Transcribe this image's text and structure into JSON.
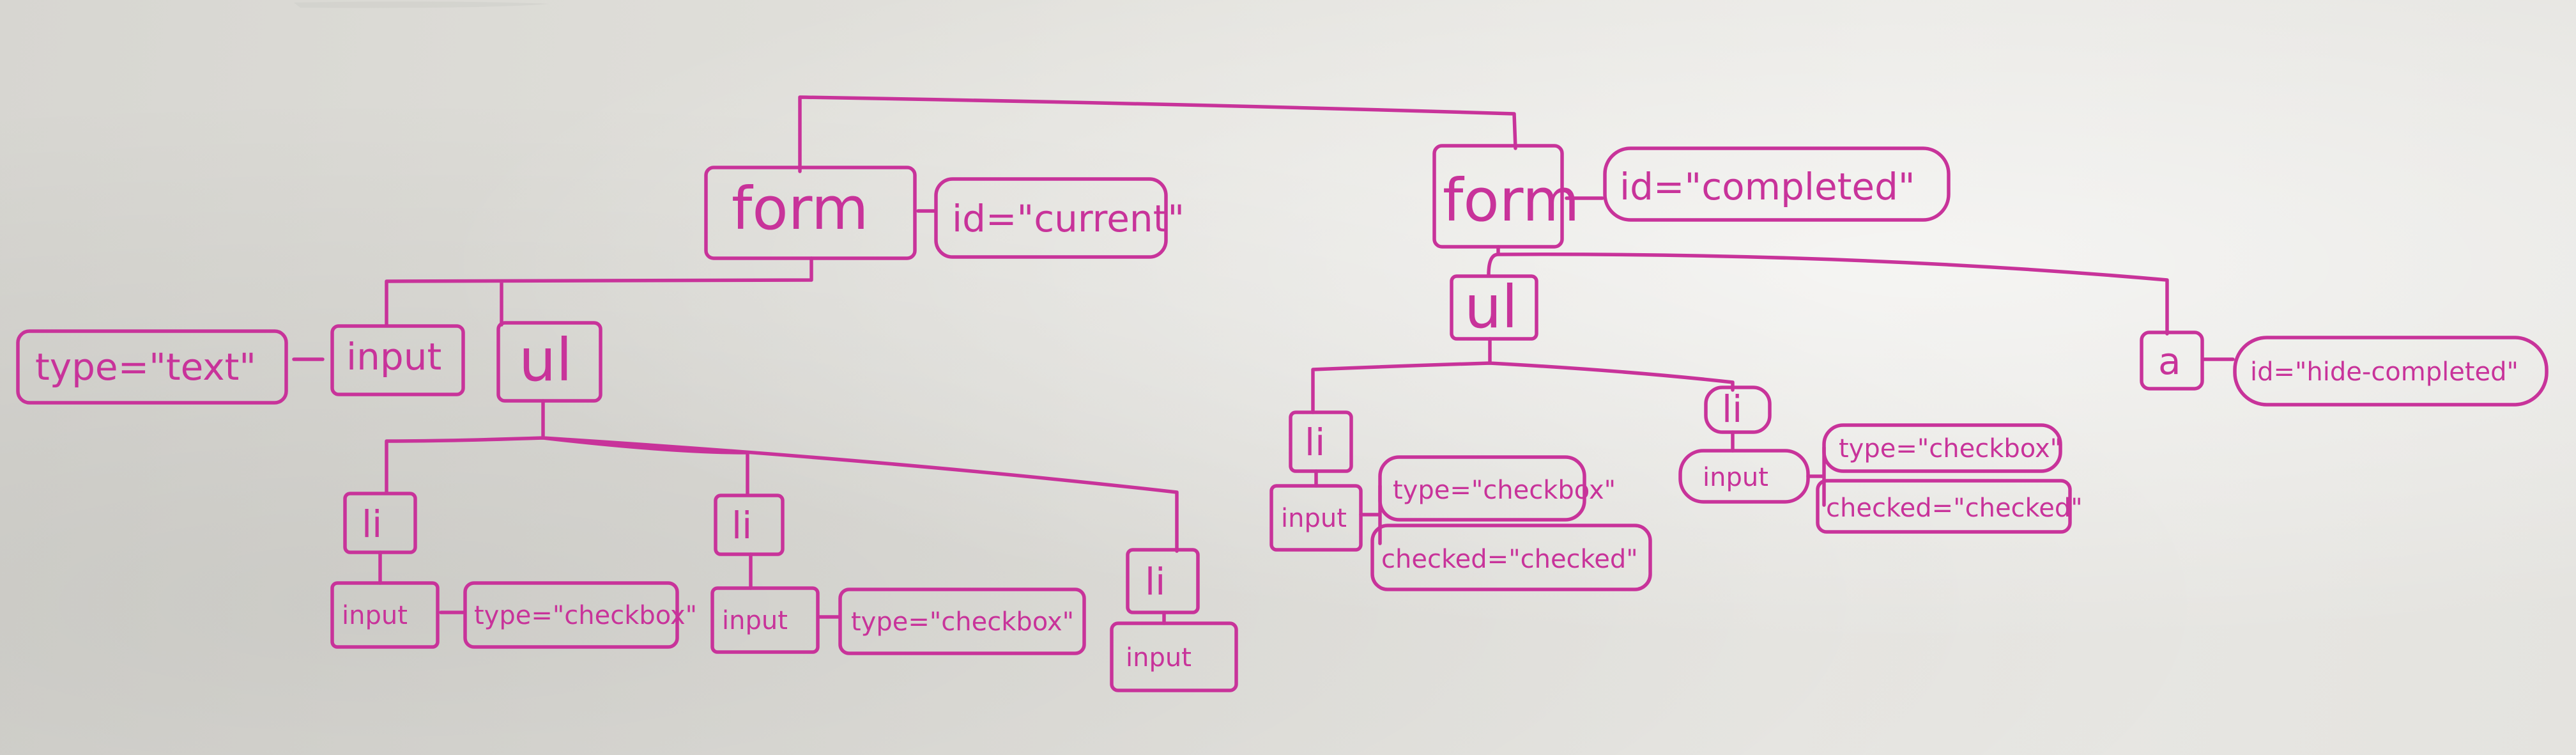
{
  "nodes": {
    "form_current": "form",
    "attr_id_current": "id=\"current\"",
    "input_text": "input",
    "attr_type_text": "type=\"text\"",
    "ul_current": "ul",
    "li_1": "li",
    "li_1_input": "input",
    "li_1_type": "type=\"checkbox\"",
    "li_2": "li",
    "li_2_input": "input",
    "li_2_type": "type=\"checkbox\"",
    "li_3": "li",
    "li_3_input": "input",
    "form_completed": "form",
    "attr_id_completed": "id=\"completed\"",
    "ul_completed": "ul",
    "li_4": "li",
    "li_4_input": "input",
    "li_4_type": "type=\"checkbox\"",
    "li_4_checked": "checked=\"checked\"",
    "li_5": "li",
    "li_5_input": "input",
    "li_5_type": "type=\"checkbox\"",
    "li_5_checked": "checked=\"checked\"",
    "a_hide": "a",
    "attr_id_hide": "id=\"hide-completed\""
  }
}
